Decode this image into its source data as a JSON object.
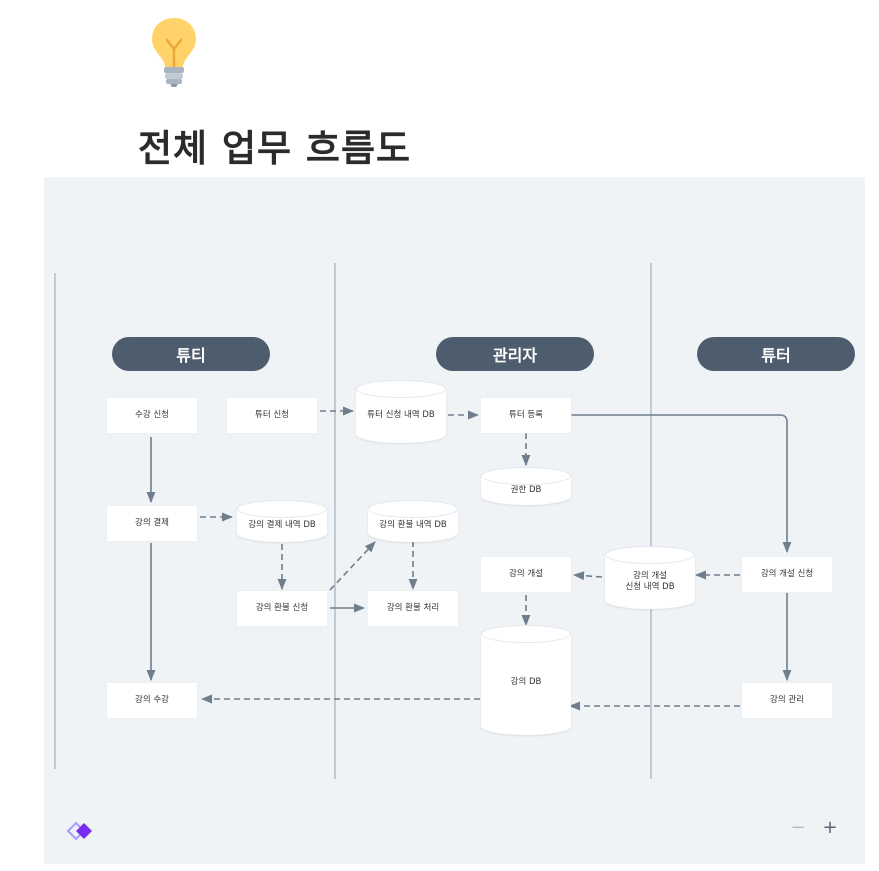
{
  "page": {
    "title": "전체 업무 흐름도",
    "icon": "lightbulb-icon"
  },
  "diagram": {
    "lanes": [
      {
        "label": "튜티"
      },
      {
        "label": "관리자"
      },
      {
        "label": "튜터"
      }
    ],
    "processes": {
      "enroll_request": "수강 신청",
      "tutor_request": "튜터 신청",
      "tutor_register": "튜터 등록",
      "course_payment": "강의 결제",
      "refund_request": "강의 환불 신청",
      "refund_process": "강의 환불 처리",
      "course_open": "강의 개설",
      "course_open_request": "강의 개설 신청",
      "course_attend": "강의 수강",
      "course_manage": "강의 관리"
    },
    "databases": {
      "tutor_request_db": "튜터 신청 내역 DB",
      "permission_db": "권한 DB",
      "payment_db": "강의 결제 내역 DB",
      "refund_db": "강의 환불 내역 DB",
      "course_open_db_line1": "강의 개설",
      "course_open_db_line2": "신청 내역 DB",
      "course_db": "강의 DB"
    },
    "colors": {
      "canvas": "#f0f3f6",
      "lane_header": "#4e5d6d",
      "arrow": "#6f7d8c",
      "lane_line": "#c2cad3"
    }
  },
  "toolbar": {
    "zoom_out": "−",
    "zoom_in": "+"
  }
}
